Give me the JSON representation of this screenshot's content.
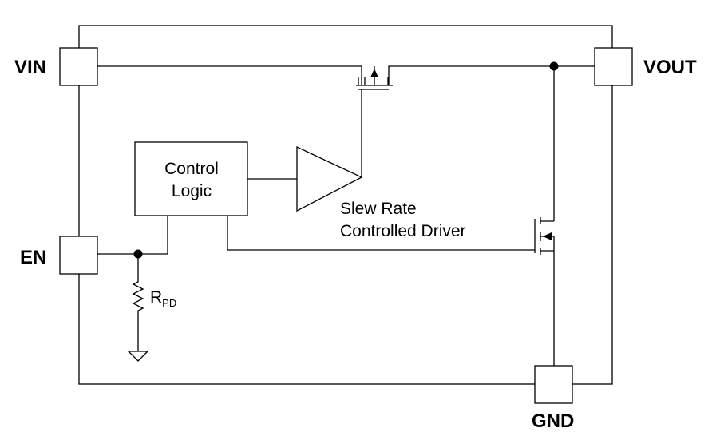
{
  "pins": {
    "vin": "VIN",
    "vout": "VOUT",
    "en": "EN",
    "gnd": "GND"
  },
  "blocks": {
    "control_logic_line1": "Control",
    "control_logic_line2": "Logic",
    "driver_line1": "Slew Rate",
    "driver_line2": "Controlled Driver"
  },
  "resistor": {
    "name": "R",
    "subscript": "PD"
  }
}
